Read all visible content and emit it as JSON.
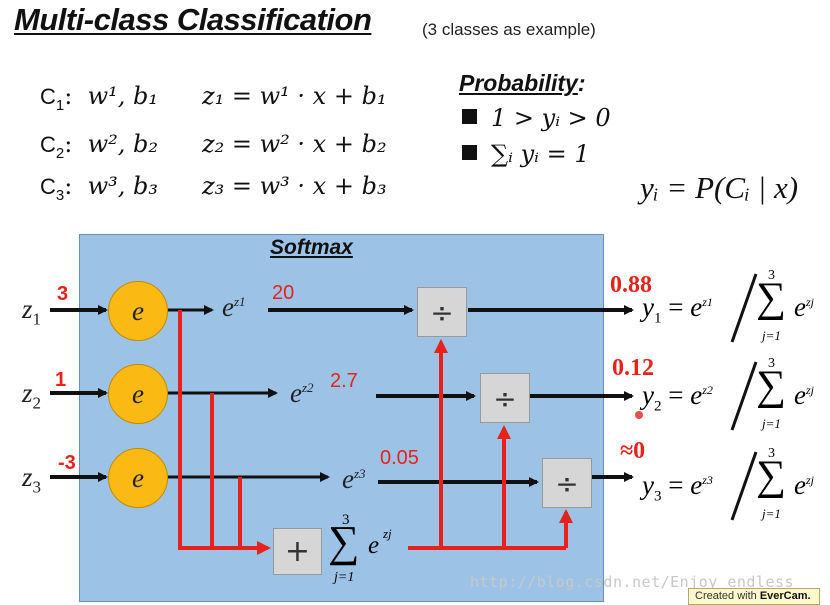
{
  "title": "Multi-class Classification",
  "subtitle": "(3 classes as example)",
  "classes": [
    {
      "label": "C",
      "sub": "1",
      "params": "w¹, b₁",
      "eq": "z₁ = w¹ · x + b₁"
    },
    {
      "label": "C",
      "sub": "2",
      "params": "w², b₂",
      "eq": "z₂ = w² · x + b₂"
    },
    {
      "label": "C",
      "sub": "3",
      "params": "w³, b₃",
      "eq": "z₃ = w³ · x + b₃"
    }
  ],
  "probability": {
    "title": "Probability",
    "suffix": ":",
    "bullets": [
      "1 > yᵢ > 0",
      "∑ᵢ yᵢ = 1"
    ],
    "definition": "yᵢ = P(Cᵢ | x)"
  },
  "softmax": {
    "label": "Softmax",
    "node_label": "e",
    "divide_symbol": "÷",
    "plus_symbol": "+",
    "sum_upper": "3",
    "sum_lower": "j=1",
    "sum_expr": "e",
    "sum_exp": "zj"
  },
  "rows": [
    {
      "z": "z",
      "zsub": "1",
      "in_value": "3",
      "exp_label": "e",
      "exp_sup": "z1",
      "exp_value": "20",
      "out_value": "0.88",
      "y": "y",
      "ysub": "1",
      "ynum_sup": "z1"
    },
    {
      "z": "z",
      "zsub": "2",
      "in_value": "1",
      "exp_label": "e",
      "exp_sup": "z2",
      "exp_value": "2.7",
      "out_value": "0.12",
      "y": "y",
      "ysub": "2",
      "ynum_sup": "z2"
    },
    {
      "z": "z",
      "zsub": "3",
      "in_value": "-3",
      "exp_label": "e",
      "exp_sup": "z3",
      "exp_value": "0.05",
      "out_value": "≈0",
      "y": "y",
      "ysub": "3",
      "ynum_sup": "z3"
    }
  ],
  "output_formula": {
    "eq": "=",
    "e": "e",
    "sum": "∑",
    "upper": "3",
    "lower": "j=1",
    "denom_sup": "zj"
  },
  "watermark": "http://blog.csdn.net/Enjoy_endless",
  "evercam": {
    "prefix": "Created with ",
    "brand": "EverCam."
  },
  "colors": {
    "box": "#9cc3e6",
    "node": "#fbb913",
    "red_arrow": "#e8221a",
    "black_arrow": "#111111",
    "op_box": "#d6d6d6"
  }
}
